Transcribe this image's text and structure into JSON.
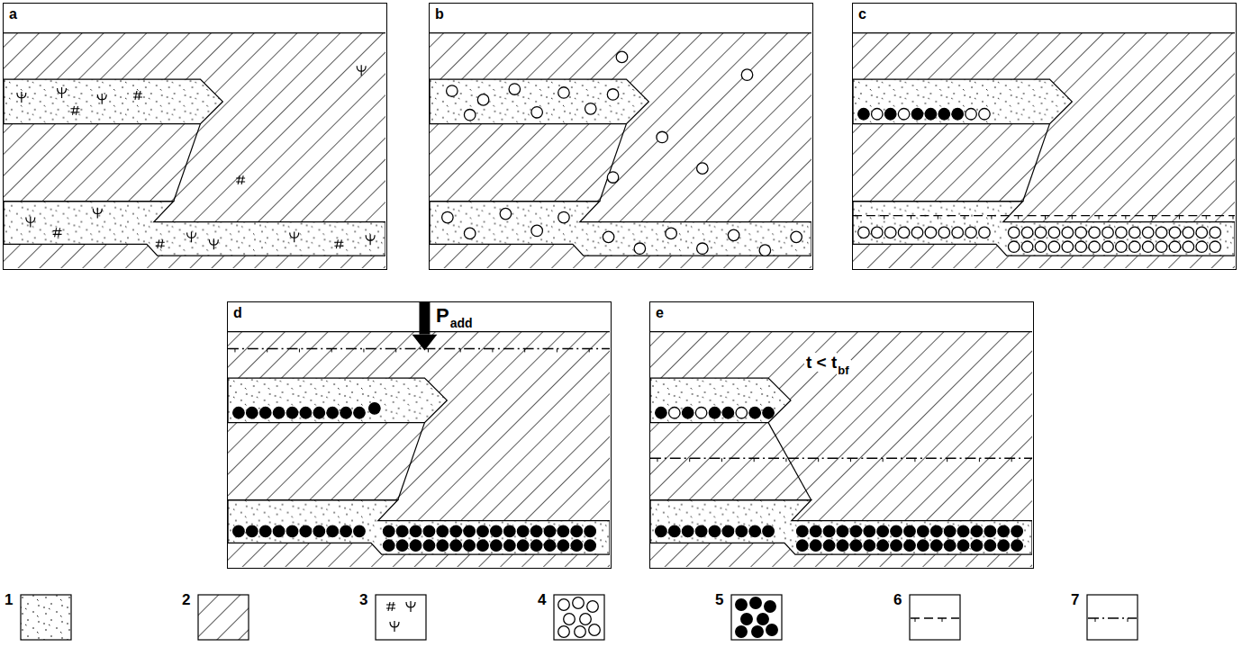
{
  "diagram": {
    "nodes": [
      {
        "text": [
          "a"
        ]
      },
      {
        "text": [
          "b"
        ]
      },
      {
        "text": [
          "c"
        ]
      },
      {
        "text": [
          "d"
        ]
      },
      {
        "text": [
          "e"
        ]
      }
    ],
    "labels": [
      "P",
      "add",
      "t < t",
      "bf"
    ],
    "legend": [
      {
        "text": "1"
      },
      {
        "text": "2"
      },
      {
        "text": "3"
      },
      {
        "text": "4"
      },
      {
        "text": "5"
      },
      {
        "text": "6"
      },
      {
        "text": "7"
      }
    ]
  }
}
